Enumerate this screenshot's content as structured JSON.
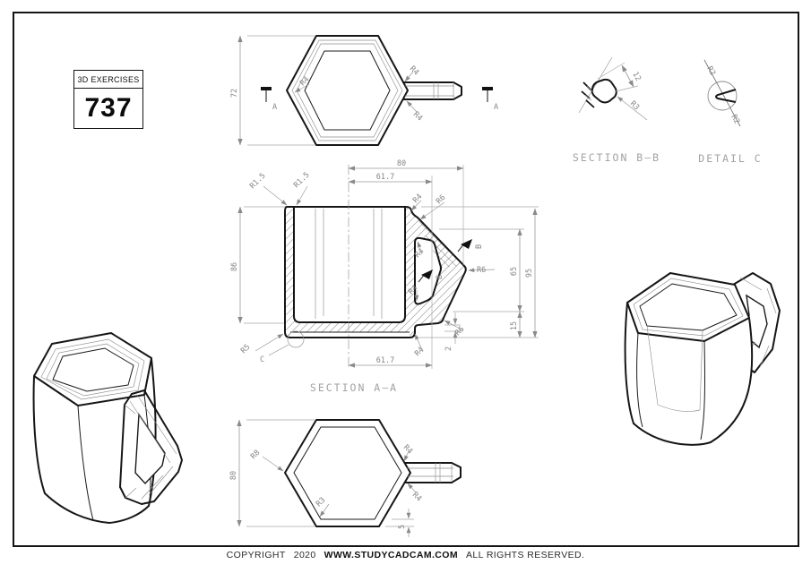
{
  "title_block": {
    "series": "3D EXERCISES",
    "number": "737"
  },
  "footer": {
    "copyright": "COPYRIGHT",
    "year": "2020",
    "site": "WWW.STUDYCADCAM.COM",
    "rights": "ALL RIGHTS RESERVED."
  },
  "colors": {
    "object_line": "#161616",
    "dimension": "#9a9a9a",
    "title_text": "#a2a2a2"
  },
  "views": {
    "top": {
      "dim_height": "72",
      "r4_inner": "R4",
      "r4_handle_top": "R4",
      "r4_handle_bottom": "R4",
      "cut_left": "A",
      "cut_right": "A"
    },
    "section_bb": {
      "title": "SECTION B–B",
      "dim_width": "12",
      "r3": "R3"
    },
    "detail_c": {
      "title": "DETAIL C",
      "r2_top": "R2",
      "r2_bottom": "R2"
    },
    "section_aa": {
      "title": "SECTION A–A",
      "dim_top_outer": "80",
      "dim_top_inner": "61.7",
      "dim_bottom_inner": "61.7",
      "dim_left_height": "86",
      "dim_right_outer": "95",
      "dim_right_mid": "65",
      "dim_right_low": "15",
      "dim_step": "2",
      "r15_left": "R1.5",
      "r15_right": "R1.5",
      "r4_top": "R4",
      "r6_top": "R6",
      "r4_hole_top": "R4",
      "r4_hole_bottom": "R4",
      "r4_foot": "R4",
      "r6_right": "R6",
      "r6_low": "R6",
      "r5": "R5",
      "detail_mark": "C",
      "cut_mark_1": "B",
      "cut_mark_2": "B"
    },
    "bottom": {
      "dim_height": "80",
      "r8": "R8",
      "r3": "R3",
      "r4_handle_top": "R4",
      "r4_handle_bottom": "R4",
      "dim_offset": "5"
    }
  }
}
